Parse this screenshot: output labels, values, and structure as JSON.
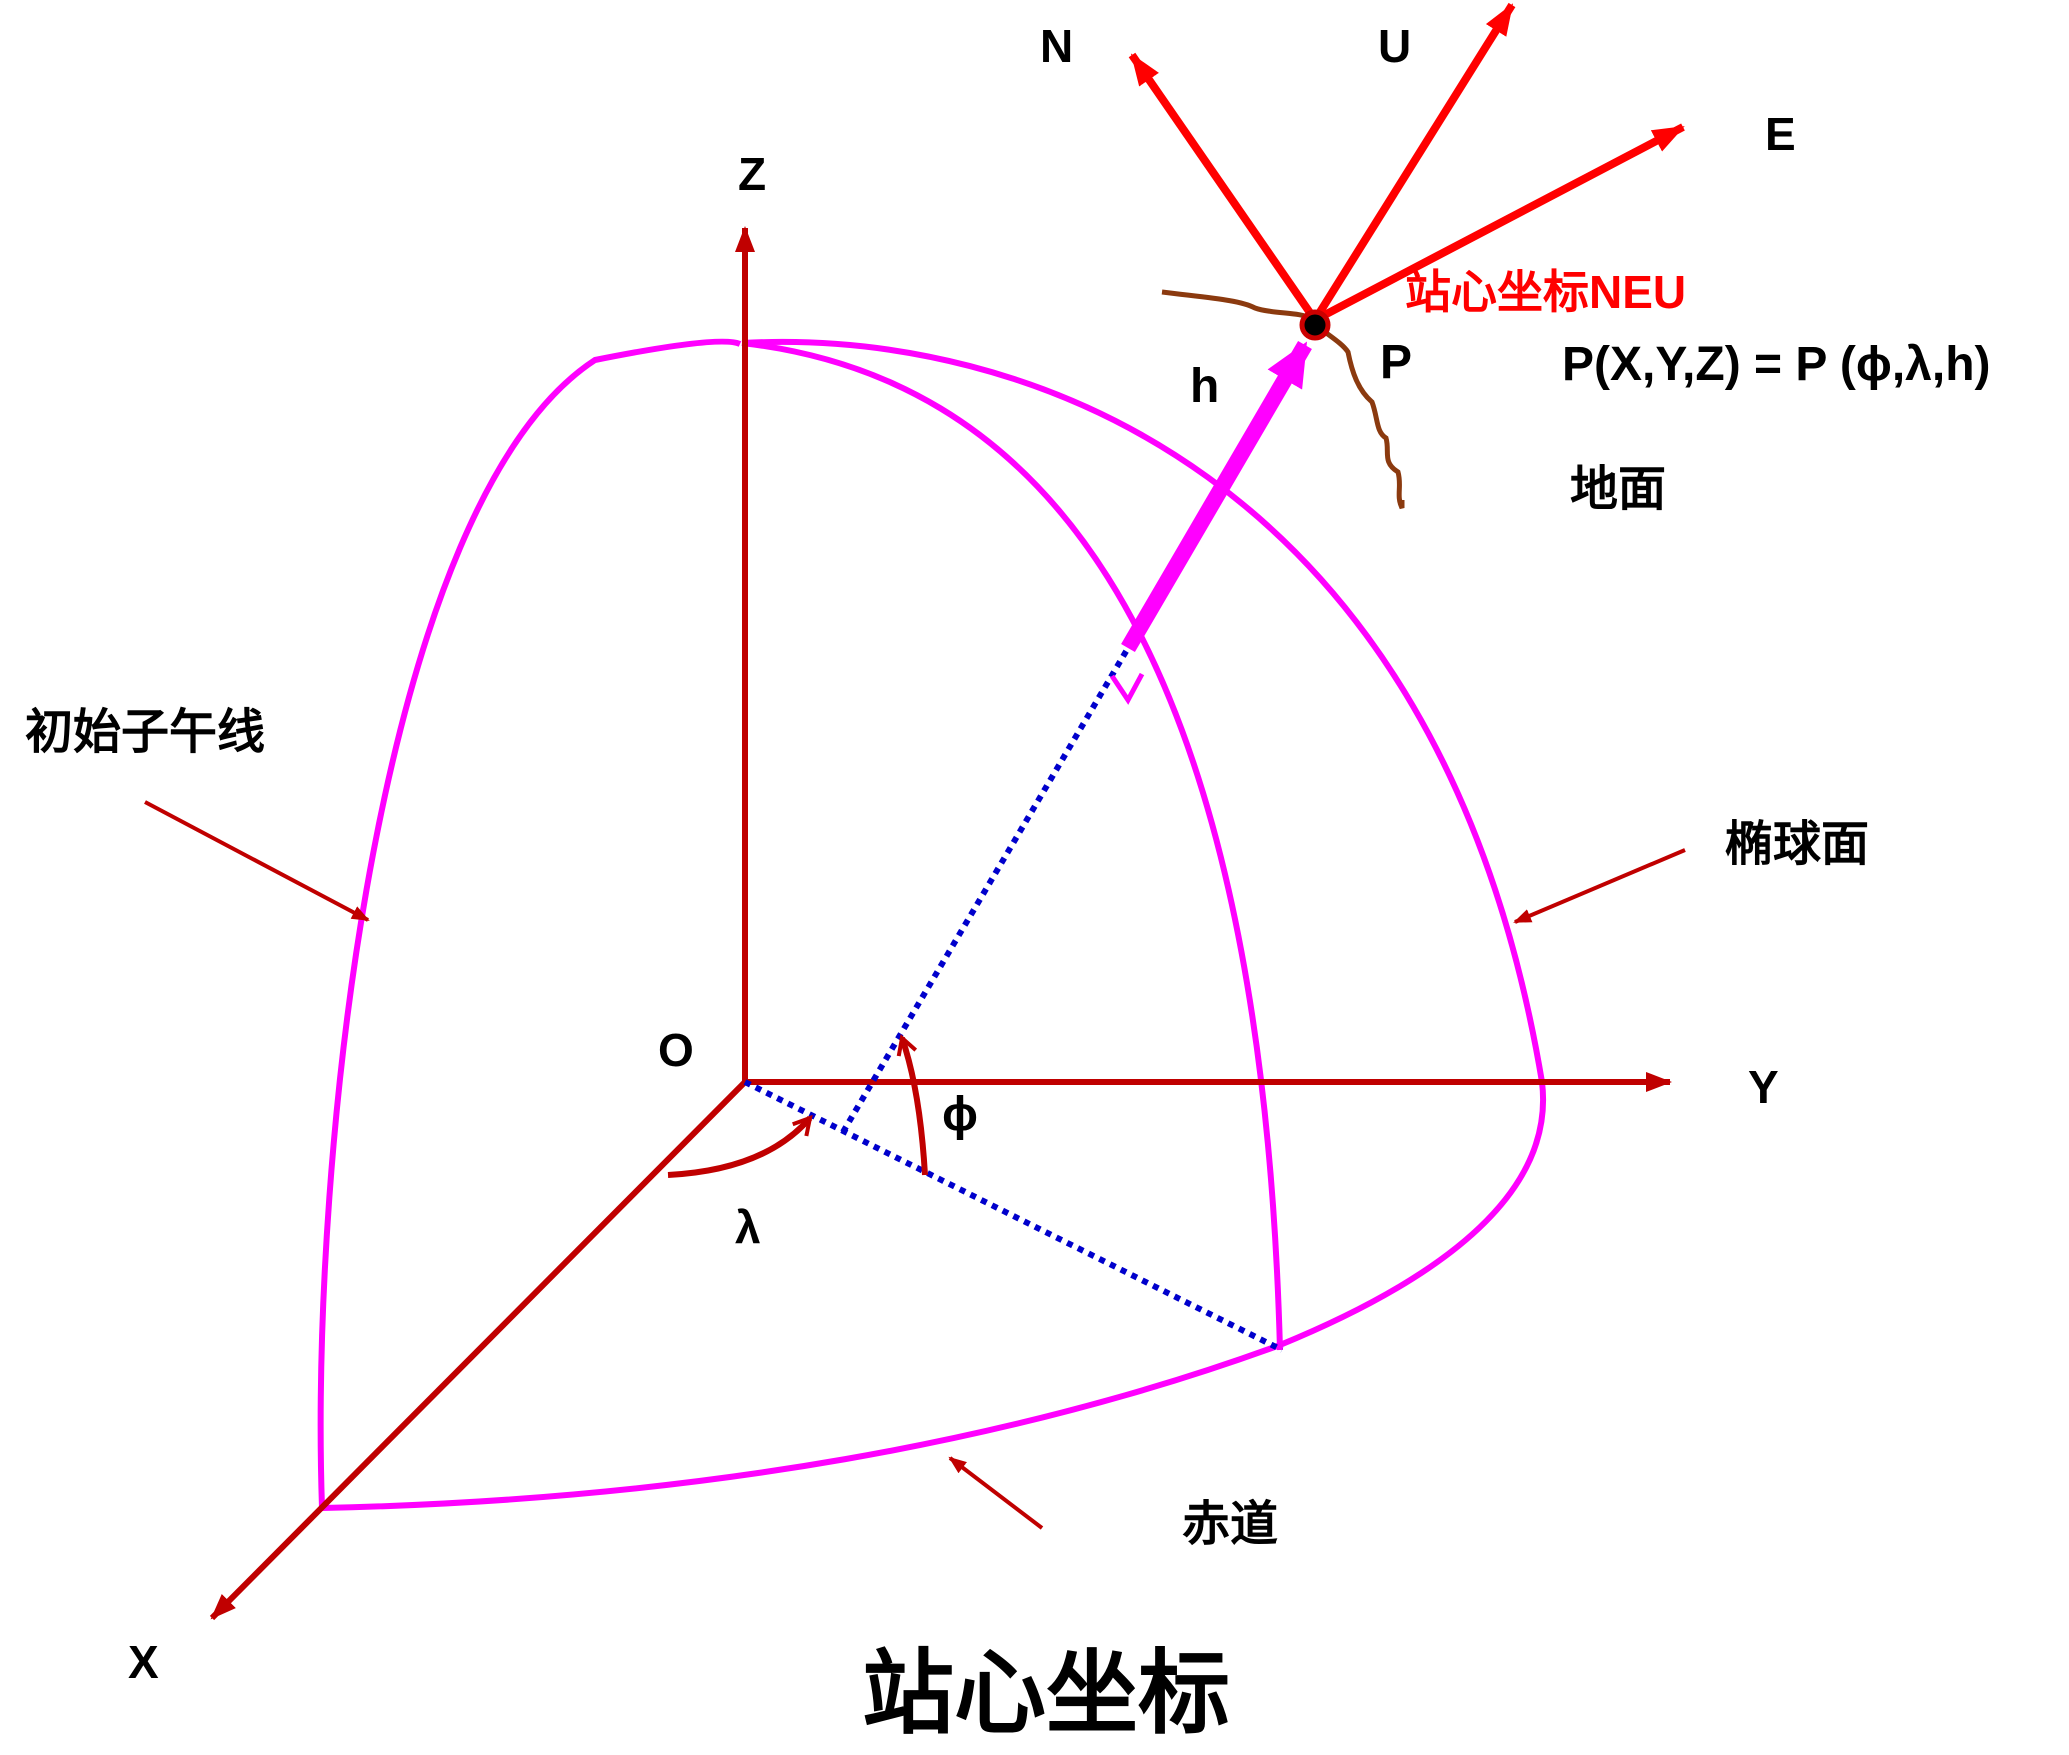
{
  "title": "站心坐标",
  "axes": {
    "x": "X",
    "y": "Y",
    "z": "Z",
    "origin": "O"
  },
  "angles": {
    "longitude": "λ",
    "latitude": "ϕ"
  },
  "height_label": "h",
  "point_label": "P",
  "local_axes": {
    "north": "N",
    "up": "U",
    "east": "E"
  },
  "local_system_label": "站心坐标NEU",
  "formula": "P(X,Y,Z) = P (ϕ,λ,h)",
  "labels": {
    "ground": "地面",
    "prime_meridian": "初始子午线",
    "ellipsoid": "椭球面",
    "equator": "赤道"
  },
  "colors": {
    "axis": "#c00000",
    "ellipsoid": "#ff00ff",
    "local_axes": "#ff0000",
    "projection": "#0000cc",
    "ground": "#8b3a0f",
    "local_label": "#ff0000"
  }
}
